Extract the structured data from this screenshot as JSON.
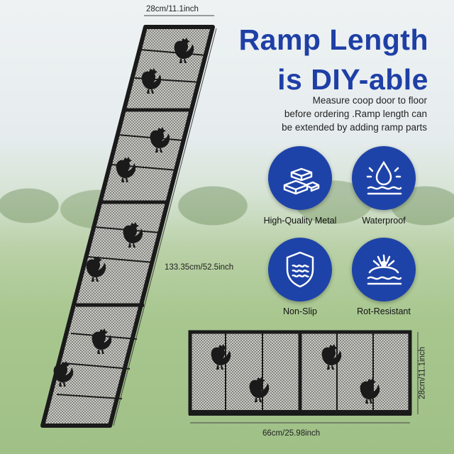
{
  "headline": {
    "line1": "Ramp Length",
    "line2": "is DIY-able"
  },
  "description": {
    "line1": "Measure coop door to floor",
    "line2": "before ordering .Ramp length can",
    "line3": "be extended by adding ramp parts"
  },
  "features": [
    {
      "label": "High-Quality Metal",
      "icon": "metal-bars-icon"
    },
    {
      "label": "Waterproof",
      "icon": "water-drop-icon"
    },
    {
      "label": "Non-Slip",
      "icon": "shield-waves-icon"
    },
    {
      "label": "Rot-Resistant",
      "icon": "splash-shield-icon"
    }
  ],
  "dimensions": {
    "ramp_width": "28cm/11.1inch",
    "ramp_length": "133.35cm/52.5inch",
    "panel_length": "66cm/25.98inch",
    "panel_width": "28cm/11.1inch"
  },
  "colors": {
    "accent": "#1e43a8",
    "headline": "#1e3fa6",
    "frame": "#1a1a1a"
  }
}
